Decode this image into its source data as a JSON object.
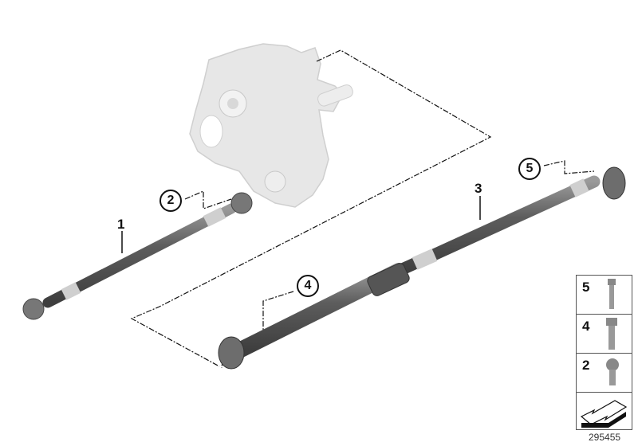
{
  "callouts": {
    "c1": "1",
    "c2": "2",
    "c3": "3",
    "c4": "4",
    "c5": "5"
  },
  "legend": {
    "rows": [
      {
        "label": "5",
        "icon": "flange-bolt-long-icon"
      },
      {
        "label": "4",
        "icon": "hex-bolt-icon"
      },
      {
        "label": "2",
        "icon": "flange-bolt-short-icon"
      }
    ],
    "footer_icon": "arrow-icon"
  },
  "diagram_number": "295455",
  "colors": {
    "shaft": "#6b6b6b",
    "housing": "#e6e6e6",
    "line": "#111111"
  }
}
